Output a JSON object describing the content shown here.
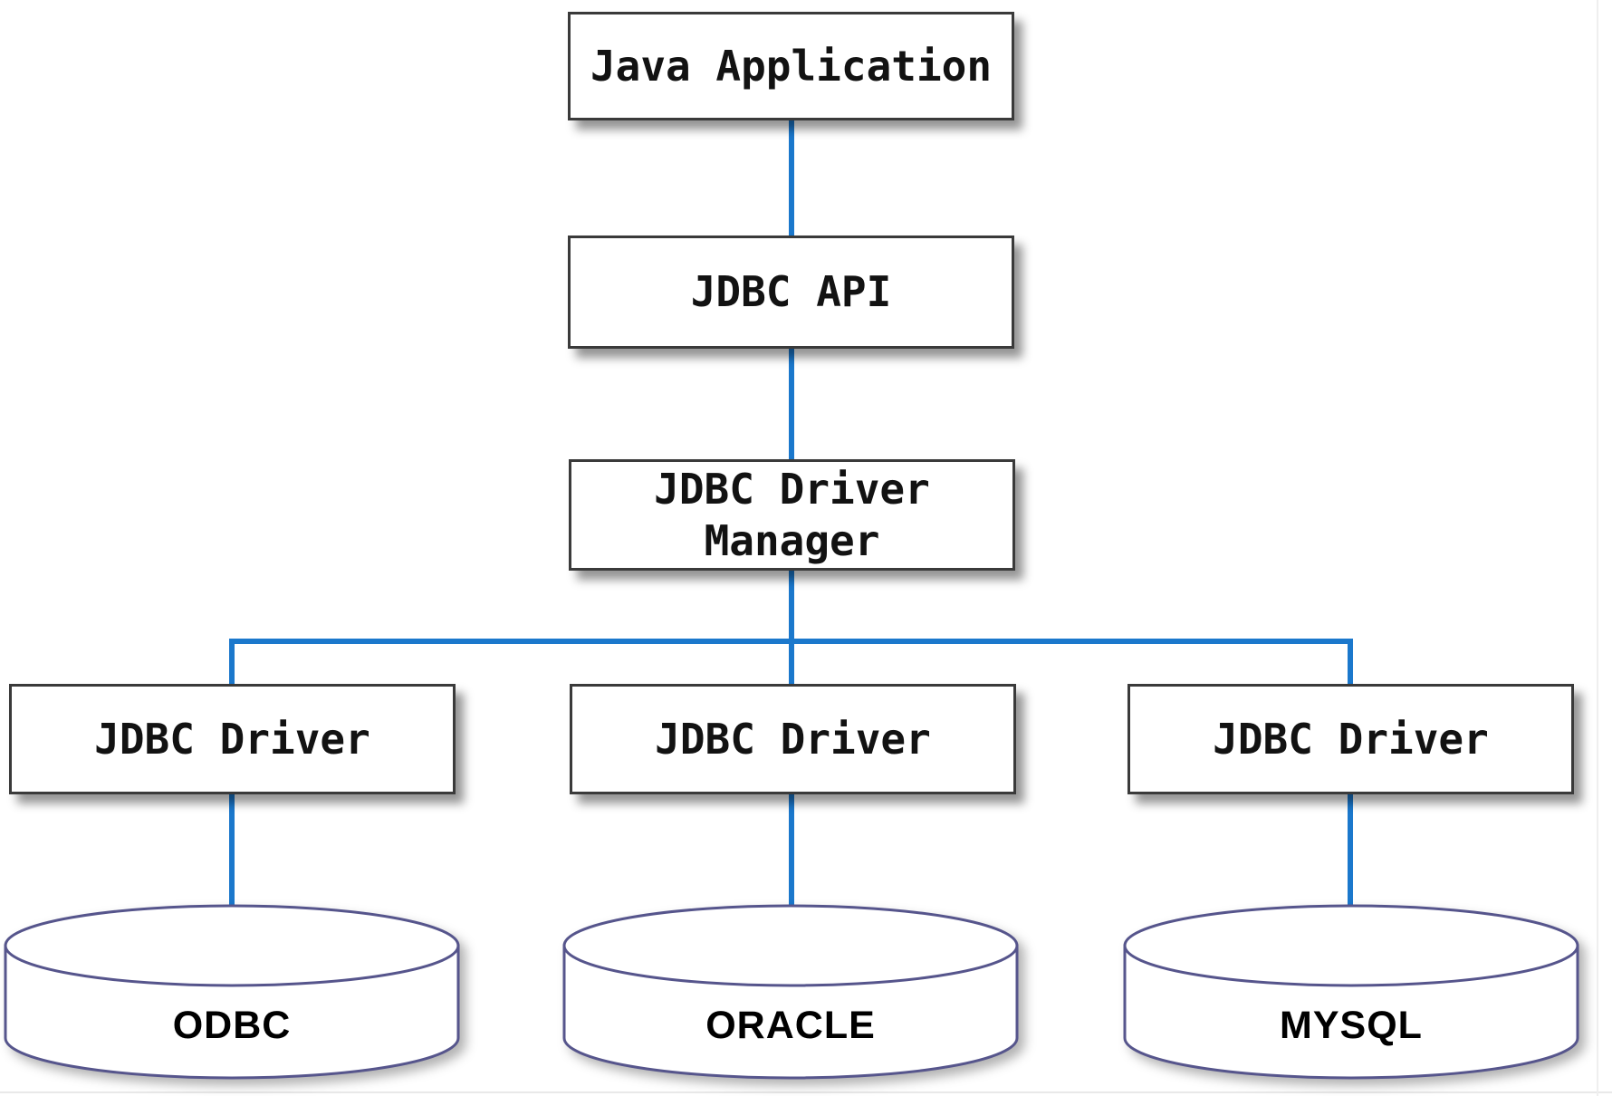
{
  "diagram": {
    "nodes": {
      "java_application": {
        "label": "Java Application"
      },
      "jdbc_api": {
        "label": "JDBC API"
      },
      "jdbc_driver_manager": {
        "line1": "JDBC Driver",
        "line2": "Manager"
      },
      "jdbc_driver_left": {
        "label": "JDBC Driver"
      },
      "jdbc_driver_center": {
        "label": "JDBC Driver"
      },
      "jdbc_driver_right": {
        "label": "JDBC Driver"
      },
      "database_odbc": {
        "label": "ODBC"
      },
      "database_oracle": {
        "label": "ORACLE"
      },
      "database_mysql": {
        "label": "MYSQL"
      }
    },
    "edges": [
      {
        "from": "java_application",
        "to": "jdbc_api"
      },
      {
        "from": "jdbc_api",
        "to": "jdbc_driver_manager"
      },
      {
        "from": "jdbc_driver_manager",
        "to": "jdbc_driver_left"
      },
      {
        "from": "jdbc_driver_manager",
        "to": "jdbc_driver_center"
      },
      {
        "from": "jdbc_driver_manager",
        "to": "jdbc_driver_right"
      },
      {
        "from": "jdbc_driver_left",
        "to": "database_odbc"
      },
      {
        "from": "jdbc_driver_center",
        "to": "database_oracle"
      },
      {
        "from": "jdbc_driver_right",
        "to": "database_mysql"
      }
    ],
    "colors": {
      "connector_blue": "#1B78CC",
      "box_border": "#3A3A3A",
      "cylinder_outline": "#56558C",
      "text": "#121212"
    }
  }
}
